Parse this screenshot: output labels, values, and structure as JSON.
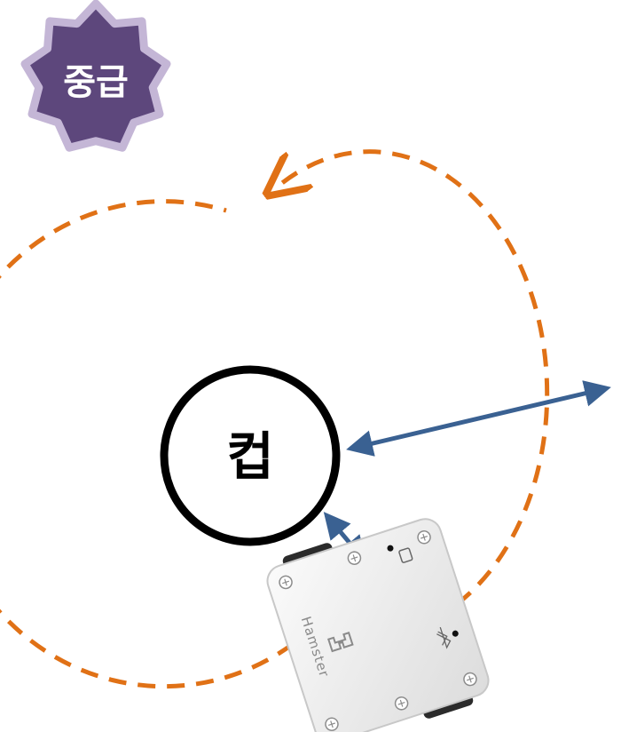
{
  "badge": {
    "label": "중급",
    "fill_color": "#5d477c",
    "border_color": "#c4b6d6"
  },
  "cup": {
    "label": "컵",
    "stroke_color": "#000000"
  },
  "path": {
    "color": "#e07116",
    "style": "dashed",
    "direction": "counterclockwise"
  },
  "distance_arrows": {
    "color": "#3a6192"
  },
  "robot": {
    "label": "Hamster",
    "body_color": "#eeeeee"
  }
}
